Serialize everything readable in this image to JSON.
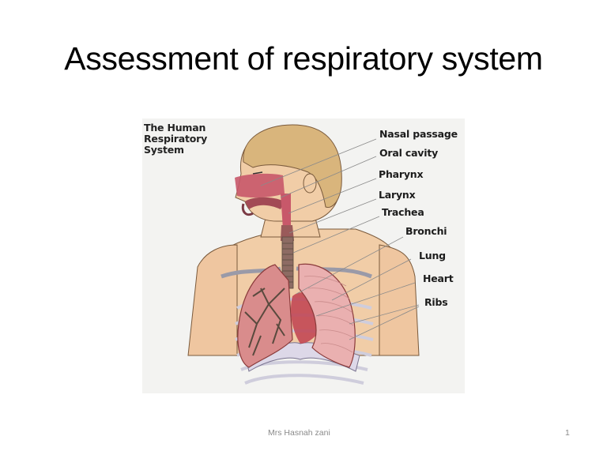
{
  "slide": {
    "title": "Assessment of respiratory system",
    "footer_author": "Mrs Hasnah zani",
    "page_number": "1"
  },
  "figure": {
    "title_lines": [
      "The Human",
      "Respiratory",
      "System"
    ],
    "labels": [
      {
        "text": "Nasal passage"
      },
      {
        "text": "Oral cavity"
      },
      {
        "text": "Pharynx"
      },
      {
        "text": "Larynx"
      },
      {
        "text": "Trachea"
      },
      {
        "text": "Bronchi"
      },
      {
        "text": "Lung"
      },
      {
        "text": "Heart"
      },
      {
        "text": "Ribs"
      }
    ],
    "colors": {
      "background": "#f3f3f1",
      "skin": "#f1cda7",
      "hair": "#d9b57c",
      "airway": "#c8586a",
      "lung": "#e9a6a6",
      "heart": "#c0404f",
      "bronchi": "#5a4a3e",
      "ribs": "#e6e4ee"
    }
  }
}
